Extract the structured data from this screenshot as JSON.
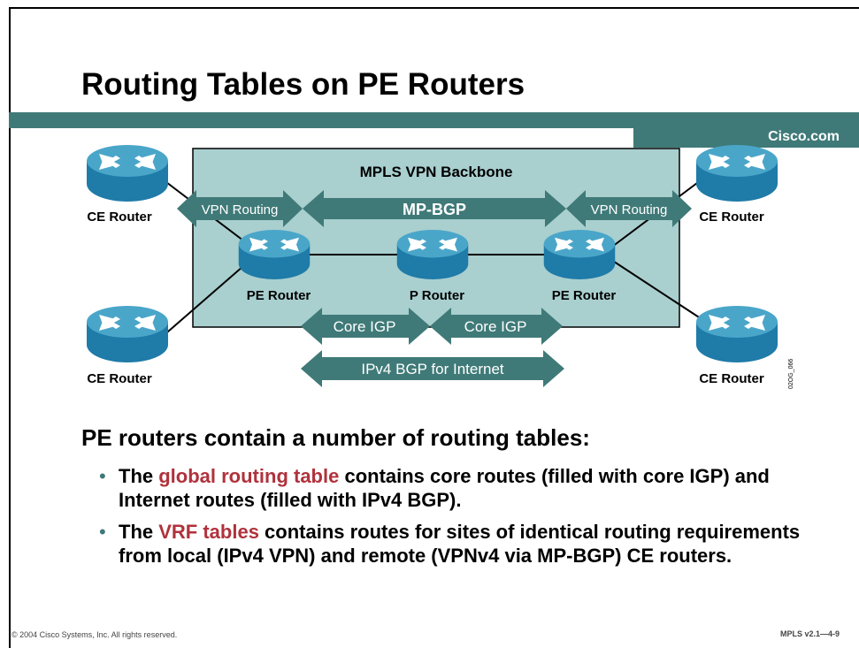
{
  "slide": {
    "title": "Routing Tables on PE Routers",
    "brand": "Cisco.com"
  },
  "diagram": {
    "backbone_label": "MPLS VPN Backbone",
    "ce_left_top": "CE Router",
    "ce_left_bottom": "CE Router",
    "ce_right_top": "CE Router",
    "ce_right_bottom": "CE Router",
    "pe_left": "PE Router",
    "p_router": "P Router",
    "pe_right": "PE Router",
    "arrow_vpn_left": "VPN Routing",
    "arrow_mpbgp": "MP-BGP",
    "arrow_vpn_right": "VPN Routing",
    "arrow_core_igp_left": "Core IGP",
    "arrow_core_igp_right": "Core IGP",
    "arrow_ipv4_bgp": "IPv4 BGP for Internet",
    "figure_id": "02OG_066",
    "colors": {
      "backbone_fill": "#a9cfcf",
      "arrow_fill": "#3f7a78",
      "router_top": "#4aa6c9",
      "router_body": "#1f7ba8"
    },
    "icons": [
      "router-icon"
    ]
  },
  "content": {
    "heading": "PE routers contain a number of routing tables:",
    "bullet1": {
      "pre": "The ",
      "highlight": "global routing table",
      "post": " contains core routes (filled with core IGP) and Internet routes (filled with IPv4 BGP)."
    },
    "bullet2": {
      "pre": "The ",
      "highlight": "VRF tables",
      "post": " contains routes for sites of identical routing requirements from local (IPv4 VPN) and remote (VPNv4 via MP-BGP) CE routers."
    },
    "highlight_color": "#b0323c"
  },
  "footer": {
    "copyright": "© 2004 Cisco Systems, Inc. All rights reserved.",
    "course": "MPLS v2.1—4-9"
  }
}
